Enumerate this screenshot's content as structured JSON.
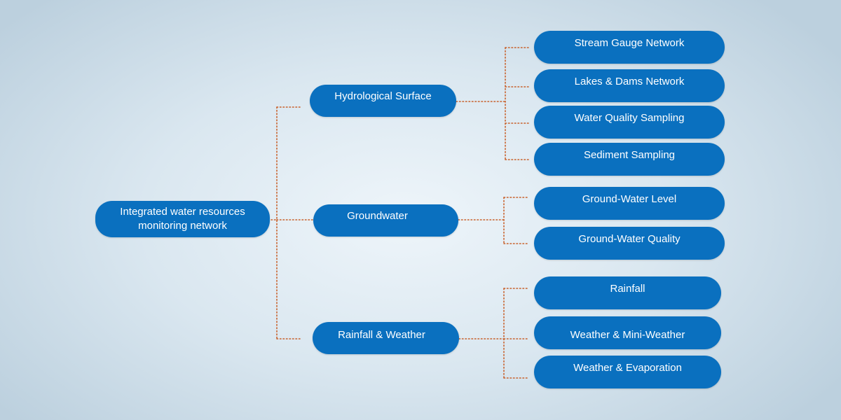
{
  "diagram": {
    "root": {
      "label": "Integrated water resources\nmonitoring network"
    },
    "categories": [
      {
        "label": "Hydrological Surface",
        "items": [
          "Stream Gauge Network",
          "Lakes & Dams Network",
          "Water Quality Sampling",
          "Sediment Sampling"
        ]
      },
      {
        "label": "Groundwater",
        "items": [
          "Ground-Water Level",
          "Ground-Water Quality"
        ]
      },
      {
        "label": "Rainfall & Weather",
        "items": [
          "Rainfall",
          "Weather & Mini-Weather",
          "Weather & Evaporation"
        ]
      }
    ],
    "colors": {
      "node": "#0a70bf",
      "node_text": "#ffffff",
      "connector": "#c8602a"
    }
  }
}
